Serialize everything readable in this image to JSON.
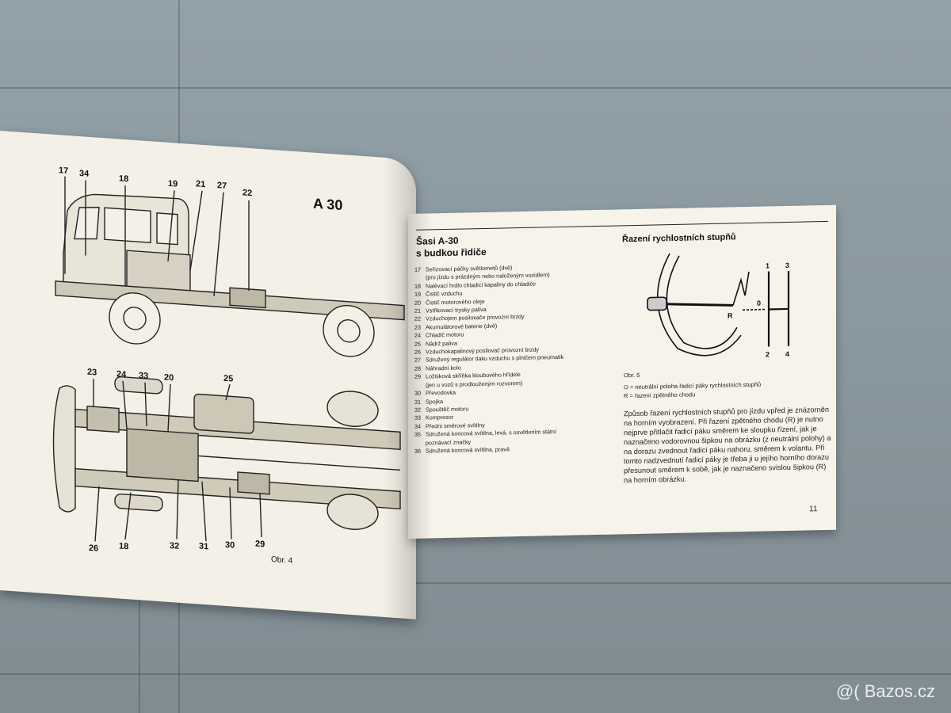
{
  "left_page": {
    "model_label": "A 30",
    "figure_caption": "Obr. 4",
    "top_callouts": [
      "17",
      "34",
      "18",
      "19",
      "21",
      "27",
      "22"
    ],
    "middle_callouts": [
      "23",
      "24",
      "33",
      "20",
      "25"
    ],
    "bottom_callouts": [
      "26",
      "18",
      "32",
      "31",
      "30",
      "29"
    ]
  },
  "right_page": {
    "chassis_title_line1": "Šasi A-30",
    "chassis_title_line2": "s budkou řidiče",
    "legend": [
      {
        "num": "17",
        "text": "Seřizovací páčky světlometů (dvě)"
      },
      {
        "num": "",
        "text": "(pro jízdu s prázdným nebo naloženým vozidlem)"
      },
      {
        "num": "18",
        "text": "Nalévací hrdlo chladicí kapaliny do chladiče"
      },
      {
        "num": "19",
        "text": "Čistič vzduchu"
      },
      {
        "num": "20",
        "text": "Čistič motorového oleje"
      },
      {
        "num": "21",
        "text": "Vstřikovací trysky paliva"
      },
      {
        "num": "22",
        "text": "Vzduchojem posilovače provozní brzdy"
      },
      {
        "num": "23",
        "text": "Akumulátorové baterie (dvě)"
      },
      {
        "num": "24",
        "text": "Chladič motoru"
      },
      {
        "num": "25",
        "text": "Nádrž paliva"
      },
      {
        "num": "26",
        "text": "Vzduchokapalinový posilovač provozní brzdy"
      },
      {
        "num": "27",
        "text": "Sdružený regulátor tlaku vzduchu s plničem pneumatik"
      },
      {
        "num": "28",
        "text": "Náhradní kolo"
      },
      {
        "num": "29",
        "text": "Ložisková skříňka kloubového hřídele"
      },
      {
        "num": "",
        "text": "(jen u vozů s prodlouženým rozvorem)"
      },
      {
        "num": "30",
        "text": "Převodovka"
      },
      {
        "num": "31",
        "text": "Spojka"
      },
      {
        "num": "32",
        "text": "Spouštěč motoru"
      },
      {
        "num": "33",
        "text": "Kompresor"
      },
      {
        "num": "34",
        "text": "Přední směrové svítilny"
      },
      {
        "num": "35",
        "text": "Sdružená koncová svítilna, levá, s osvětlením státní"
      },
      {
        "num": "",
        "text": "poznávací značky"
      },
      {
        "num": "36",
        "text": "Sdružená koncová svítilna, pravá"
      }
    ],
    "shift_title": "Řazení rychlostních stupňů",
    "fig5_caption": "Obr. 5",
    "fig5_legend_o": "O = neutrální poloha řadicí páky rychlostních stupňů",
    "fig5_legend_r": "R = řazení zpětného chodu",
    "gear_labels": [
      "1",
      "2",
      "3",
      "4",
      "0",
      "R"
    ],
    "shift_body": "Způsob řazení rychlostních stupňů pro jízdu vpřed je znázorněn na horním vyobrazení. Při řazení zpětného chodu (R) je nutno nejprve přitlačit řadicí páku směrem ke sloupku řízení, jak je naznačeno vodorovnou šipkou na obrázku (z neutrální polohy) a na dorazu zvednout řadicí páku nahoru, směrem k volantu. Při tomto nadzvednutí řadicí páky je třeba ji u jejího horního dorazu přesunout směrem k sobě, jak je naznačeno svislou šipkou (R) na horním obrázku.",
    "page_number": "11"
  },
  "watermark": "@( Bazos.cz"
}
